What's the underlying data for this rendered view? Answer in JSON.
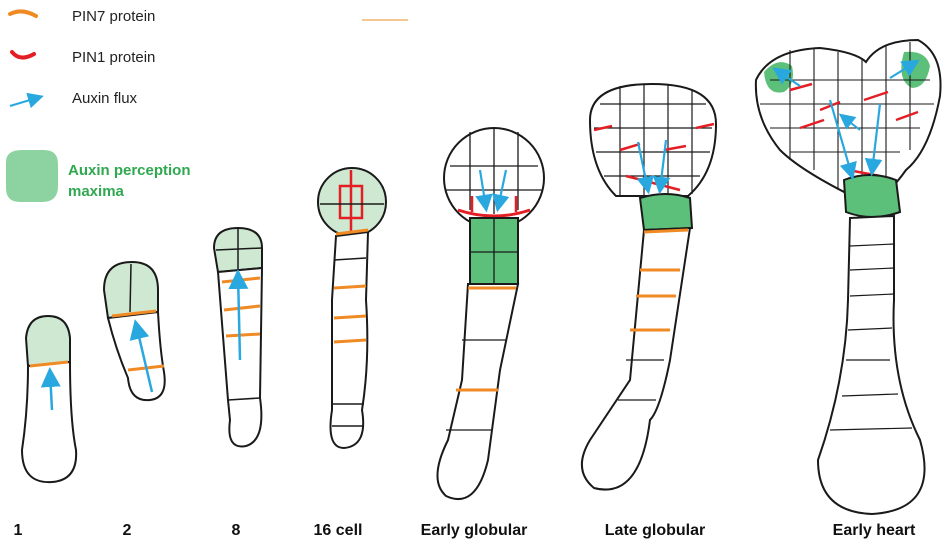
{
  "legend": {
    "pin7": "PIN7 protein",
    "pin1": "PIN1 protein",
    "auxin_flux": "Auxin flux",
    "perception_line1": "Auxin perception",
    "perception_line2": "maxima"
  },
  "stages": [
    "1",
    "2",
    "8",
    "16 cell",
    "Early globular",
    "Late globular",
    "Early heart"
  ],
  "colors": {
    "pin7": "#f08a24",
    "pin1": "#e31e24",
    "auxin_flux": "#29a8e0",
    "perception": "#5cc07a",
    "perception_light": "#cfe8d2",
    "outline": "#1a1a1a"
  }
}
